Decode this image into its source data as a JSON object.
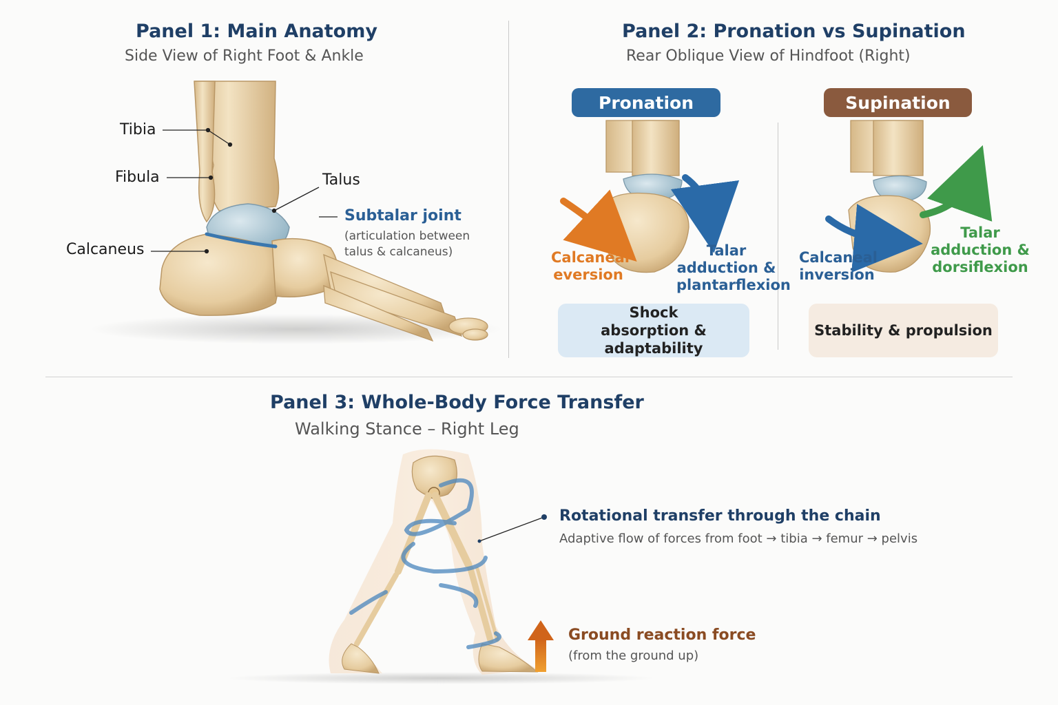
{
  "panel1": {
    "title": "Panel 1: Main Anatomy",
    "subtitle": "Side View of Right Foot & Ankle",
    "labels": {
      "tibia": "Tibia",
      "fibula": "Fibula",
      "talus": "Talus",
      "calcaneus": "Calcaneus",
      "subtalar": "Subtalar joint",
      "subtalar_note": "(articulation between talus & calcaneus)"
    }
  },
  "panel2": {
    "title": "Panel 2: Pronation vs Supination",
    "subtitle": "Rear Oblique View of Hindfoot (Right)",
    "pronation": {
      "pill": "Pronation",
      "arrow1": "Calcaneal eversion",
      "arrow2": "Talar adduction & plantarflexion",
      "box": "Shock absorption & adaptability",
      "pill_color": "#2e6aa1",
      "box_color": "#dbe9f4"
    },
    "supination": {
      "pill": "Supination",
      "arrow1": "Calcaneal inversion",
      "arrow2": "Talar adduction & dorsiflexion",
      "box": "Stability & propulsion",
      "pill_color": "#8a5a3e",
      "box_color": "#f5ebe1"
    }
  },
  "panel3": {
    "title": "Panel 3: Whole-Body Force Transfer",
    "subtitle": "Walking Stance – Right Leg",
    "rotation_title": "Rotational transfer through the chain",
    "rotation_note": "Adaptive flow of forces from foot → tibia → femur → pelvis",
    "grf_title": "Ground reaction force",
    "grf_note": "(from the ground up)"
  },
  "colors": {
    "title": "#1f3f66",
    "bone": "#e9d3ad",
    "cartilage": "#b8cfd8",
    "orange": "#e07a24",
    "blue": "#2a6aa8",
    "green": "#3f9a4a",
    "brown": "#8a4b22"
  }
}
